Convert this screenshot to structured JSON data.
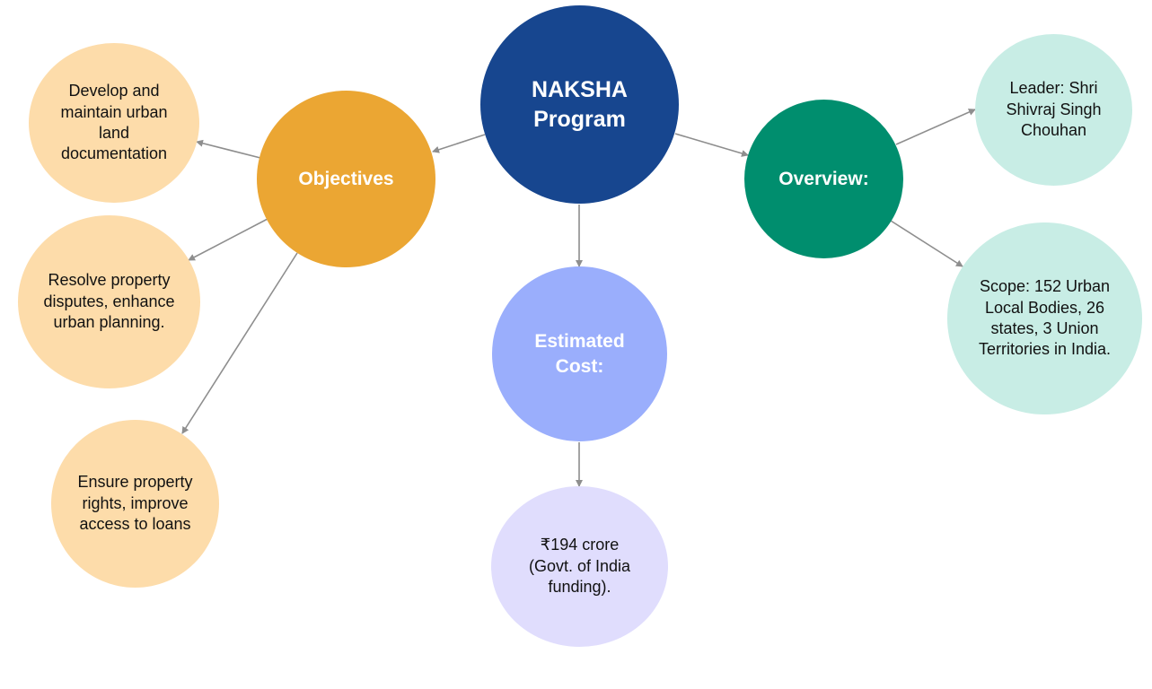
{
  "diagram": {
    "center": {
      "label": "NAKSHA Program",
      "color": "#17468F"
    },
    "objectives": {
      "label": "Objectives",
      "color": "#EBA633",
      "items": [
        {
          "text": "Develop and maintain urban land documentation"
        },
        {
          "text": "Resolve property disputes, enhance urban planning."
        },
        {
          "text": "Ensure property rights, improve access to loans"
        }
      ],
      "item_color": "#FDDCAA"
    },
    "cost": {
      "label": "Estimated Cost:",
      "color": "#9AAEFC",
      "detail": "₹194 crore (Govt. of India funding).",
      "detail_color": "#E0DDFD"
    },
    "overview": {
      "label": "Overview:",
      "color": "#008E6E",
      "items": [
        {
          "text": "Leader: Shri Shivraj Singh Chouhan"
        },
        {
          "text": "Scope: 152 Urban Local Bodies, 26 states, 3 Union Territories in India."
        }
      ],
      "item_color": "#C8EDE5"
    },
    "edge_color": "#8E8E8E"
  }
}
